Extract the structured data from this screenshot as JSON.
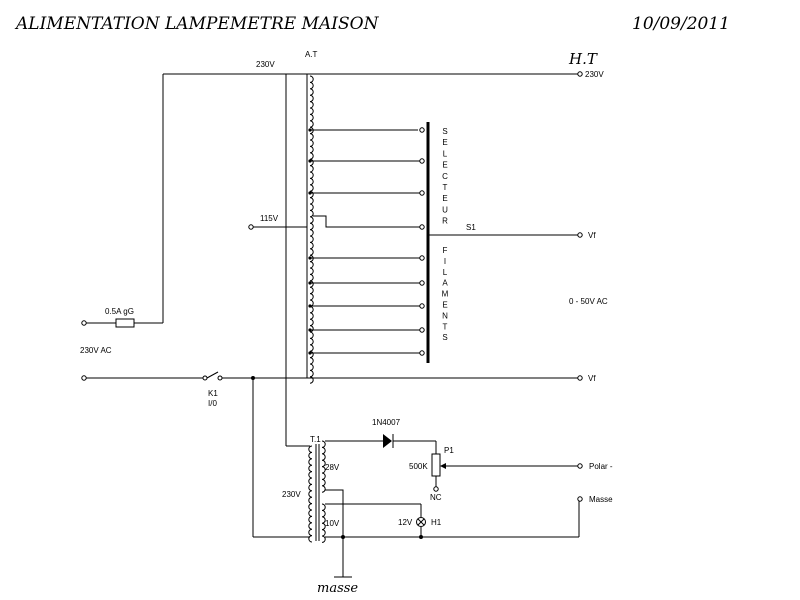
{
  "header": {
    "title": "ALIMENTATION LAMPEMETRE MAISON",
    "date": "10/09/2011"
  },
  "autotransformer": {
    "label": "A.T",
    "top_voltage": "230V",
    "mid_tap": "115V"
  },
  "ht": {
    "label": "H.T",
    "voltage": "230V"
  },
  "selector": {
    "word_1": [
      "S",
      "E",
      "L",
      "E",
      "C",
      "T",
      "E",
      "U",
      "R"
    ],
    "word_2": [
      "F",
      "I",
      "L",
      "A",
      "M",
      "E",
      "N",
      "T",
      "S"
    ],
    "wiper": "S1"
  },
  "outputs": {
    "vf_top": "Vf",
    "vf_bottom": "Vf",
    "range": "0 - 50V AC",
    "polar": "Polar -",
    "masse": "Masse"
  },
  "input": {
    "fuse": "0.5A gG",
    "mains": "230V AC",
    "switch": "K1",
    "switch_state": "I/0"
  },
  "transformer": {
    "label": "T.1",
    "primary": "230V",
    "secondary_1": "28V",
    "secondary_2": "10V"
  },
  "rectifier": {
    "diode": "1N4007",
    "pot": "P1",
    "pot_value": "500K",
    "pot_nc": "NC"
  },
  "indicator": {
    "voltage": "12V",
    "name": "H1"
  },
  "ground": {
    "label": "masse"
  }
}
